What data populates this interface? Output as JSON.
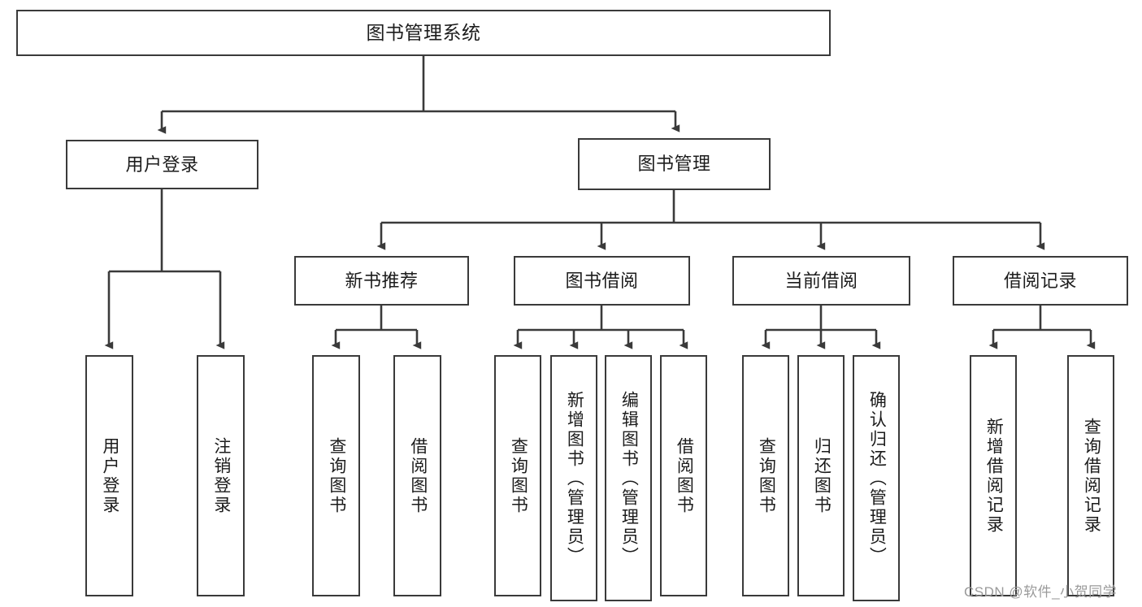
{
  "diagram": {
    "type": "tree-hierarchy-diagram",
    "title": "图书管理系统",
    "stroke_color": "#3a3a3a",
    "text_color": "#1c1c1c",
    "background_color": "#ffffff",
    "levels": 4,
    "root": {
      "label": "图书管理系统",
      "orientation": "horizontal"
    },
    "level2": [
      {
        "label": "用户登录",
        "orientation": "horizontal"
      },
      {
        "label": "图书管理",
        "orientation": "horizontal"
      }
    ],
    "level3": [
      {
        "label": "新书推荐",
        "orientation": "horizontal",
        "parent": "图书管理"
      },
      {
        "label": "图书借阅",
        "orientation": "horizontal",
        "parent": "图书管理"
      },
      {
        "label": "当前借阅",
        "orientation": "horizontal",
        "parent": "图书管理"
      },
      {
        "label": "借阅记录",
        "orientation": "horizontal",
        "parent": "图书管理"
      }
    ],
    "leaves": {
      "user_login": [
        {
          "label": "用户登录",
          "orientation": "vertical"
        },
        {
          "label": "注销登录",
          "orientation": "vertical"
        }
      ],
      "new_book_recommend": [
        {
          "label": "查询图书",
          "orientation": "vertical"
        },
        {
          "label": "借阅图书",
          "orientation": "vertical"
        }
      ],
      "book_borrow": [
        {
          "label": "查询图书",
          "orientation": "vertical"
        },
        {
          "label": "新增图书（管理员）",
          "orientation": "vertical"
        },
        {
          "label": "编辑图书（管理员）",
          "orientation": "vertical"
        },
        {
          "label": "借阅图书",
          "orientation": "vertical"
        }
      ],
      "current_borrow": [
        {
          "label": "查询图书",
          "orientation": "vertical"
        },
        {
          "label": "归还图书",
          "orientation": "vertical"
        },
        {
          "label": "确认归还（管理员）",
          "orientation": "vertical"
        }
      ],
      "borrow_record": [
        {
          "label": "新增借阅记录",
          "orientation": "vertical"
        },
        {
          "label": "查询借阅记录",
          "orientation": "vertical"
        }
      ]
    }
  },
  "watermark": {
    "text": "CSDN @软件_小贺同学",
    "color": "#9a9a9a"
  }
}
